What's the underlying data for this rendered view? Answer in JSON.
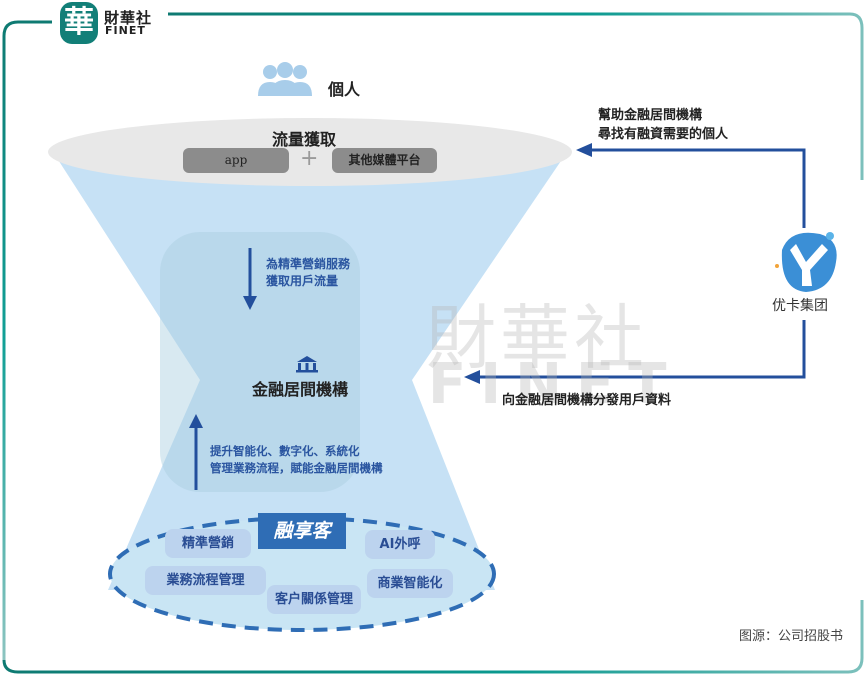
{
  "header": {
    "logo_glyph": "華",
    "logo_name_cn": "財華社",
    "logo_name_en": "FINET"
  },
  "colors": {
    "frame": "#0e8a80",
    "funnel": "#c6e1f5",
    "arrow": "#234f9c",
    "brand_box": "#2f6db5",
    "tag_bg": "#bcd3ee",
    "ellipse_top": "#e8e8e8"
  },
  "diagram": {
    "individuals_label": "個人",
    "individuals_icon": "people-icon",
    "traffic_title": "流量獲取",
    "channels": [
      "app",
      "其他媒體平台"
    ],
    "plus_sign": "+",
    "down_arrow_text": [
      "為精準營銷服務",
      "獲取用戶流量"
    ],
    "institution_icon": "bank-icon",
    "institution_label": "金融居間機構",
    "up_arrow_text": [
      "提升智能化、數字化、系統化",
      "管理業務流程，賦能金融居間機構"
    ],
    "product_name": "融享客",
    "product_features": [
      "精準營銷",
      "AI外呼",
      "業務流程管理",
      "客户關係管理",
      "商業智能化"
    ],
    "company_name": "优卡集团",
    "top_right_text": [
      "幫助金融居間機構",
      "尋找有融資需要的個人"
    ],
    "bottom_right_text": "向金融居間機構分發用戶資料"
  },
  "watermark": {
    "cn": "財華社",
    "en": "FINET"
  },
  "source": "图源：公司招股书"
}
